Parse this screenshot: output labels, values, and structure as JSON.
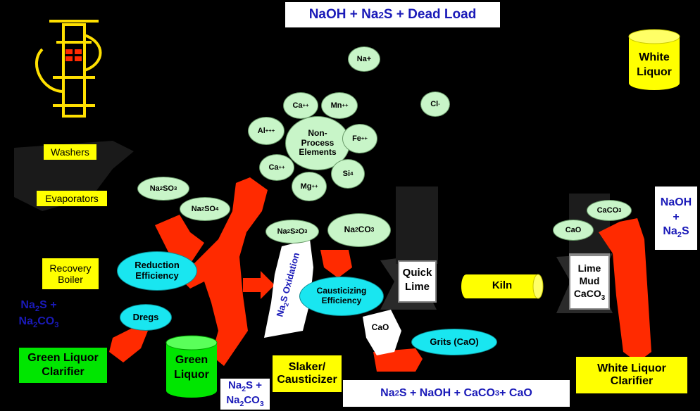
{
  "header": {
    "title": "NaOH + Na2S + Dead Load"
  },
  "stages": {
    "washers": "Washers",
    "evaporators": "Evaporators",
    "recovery_boiler": [
      "Recovery",
      "Boiler"
    ],
    "white_liquor_tank": [
      "White",
      "Liquor"
    ],
    "green_liquor_tank": [
      "Green",
      "Liquor"
    ],
    "green_liquor_clarifier": [
      "Green Liquor",
      "Clarifier"
    ],
    "slaker": [
      "Slaker/",
      "Causticizer"
    ],
    "white_liquor_clarifier": [
      "White Liquor",
      "Clarifier"
    ],
    "kiln": "Kiln",
    "quick_lime": [
      "Quick",
      "Lime"
    ],
    "lime_mud": [
      "Lime",
      "Mud",
      "CaCO3"
    ]
  },
  "npe": {
    "center": [
      "Non-",
      "Process",
      "Elements"
    ],
    "ions": [
      "Ca++",
      "Mn++",
      "Al+++",
      "Fe++",
      "Ca++",
      "Mg++",
      "Si4"
    ],
    "na_plus": "Na+",
    "chloride": "Cl-"
  },
  "compounds": {
    "na2so3": "Na2SO3",
    "na2so4": "Na2SO4",
    "na2s2o3": "Na2S2O3",
    "na2co3": "Na2CO3",
    "caco3": "CaCO3",
    "cao_right": "CaO",
    "cao_center": "CaO"
  },
  "efficiencies": {
    "reduction": [
      "Reduction",
      "Efficiency"
    ],
    "causticizing": [
      "Causticizing",
      "Efficiency"
    ],
    "dregs": "Dregs",
    "grits": "Grits (CaO)",
    "oxidation": "Na2S Oxidation"
  },
  "flows": {
    "left": [
      "Na2S +",
      "Na2CO3"
    ],
    "bottom_left": [
      "Na2S +",
      "Na2CO3"
    ],
    "right": [
      "NaOH",
      "+",
      "Na2S"
    ],
    "bottom": "Na2S + NaOH + CaCO3 + CaO"
  },
  "colors": {
    "yellow": "#ffff00",
    "mint": "#c8f5c8",
    "cyan": "#19e6f0",
    "green": "#00e600",
    "red": "#ff2a00",
    "blue_text": "#1a1ab8"
  }
}
